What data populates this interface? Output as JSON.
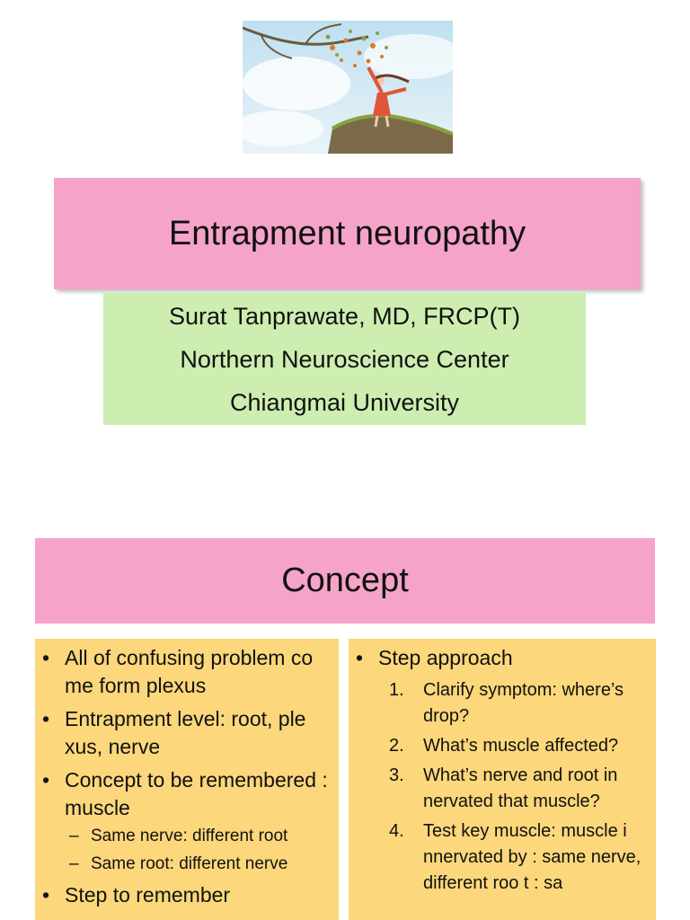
{
  "slide1": {
    "title": "Entrapment neuropathy",
    "author_lines": [
      "Surat Tanprawate, MD, FRCP(T)",
      "Northern Neuroscience Center",
      "Chiangmai University"
    ]
  },
  "slide2": {
    "title": "Concept",
    "left_column": {
      "bullets": [
        "All of confusing problem co me form plexus",
        "Entrapment level: root, ple xus, nerve",
        "Concept to be remembered : muscle"
      ],
      "sub_bullets": [
        "Same nerve: different root",
        "Same root: different nerve"
      ],
      "last_bullet": "Step to remember"
    },
    "right_column": {
      "bullet": "Step approach",
      "steps": [
        {
          "n": "1.",
          "text": "Clarify symptom: where’s drop?"
        },
        {
          "n": "2.",
          "text": "What’s muscle affected?"
        },
        {
          "n": "3.",
          "text": "What’s nerve and root in nervated that muscle?"
        },
        {
          "n": "4.",
          "text": "Test key muscle: muscle i nnervated by : same nerve, different roo t : sa"
        }
      ]
    }
  },
  "colors": {
    "title_bg": "#f5a3c9",
    "author_bg": "#cdeeb0",
    "column_bg": "#fcd77b"
  }
}
